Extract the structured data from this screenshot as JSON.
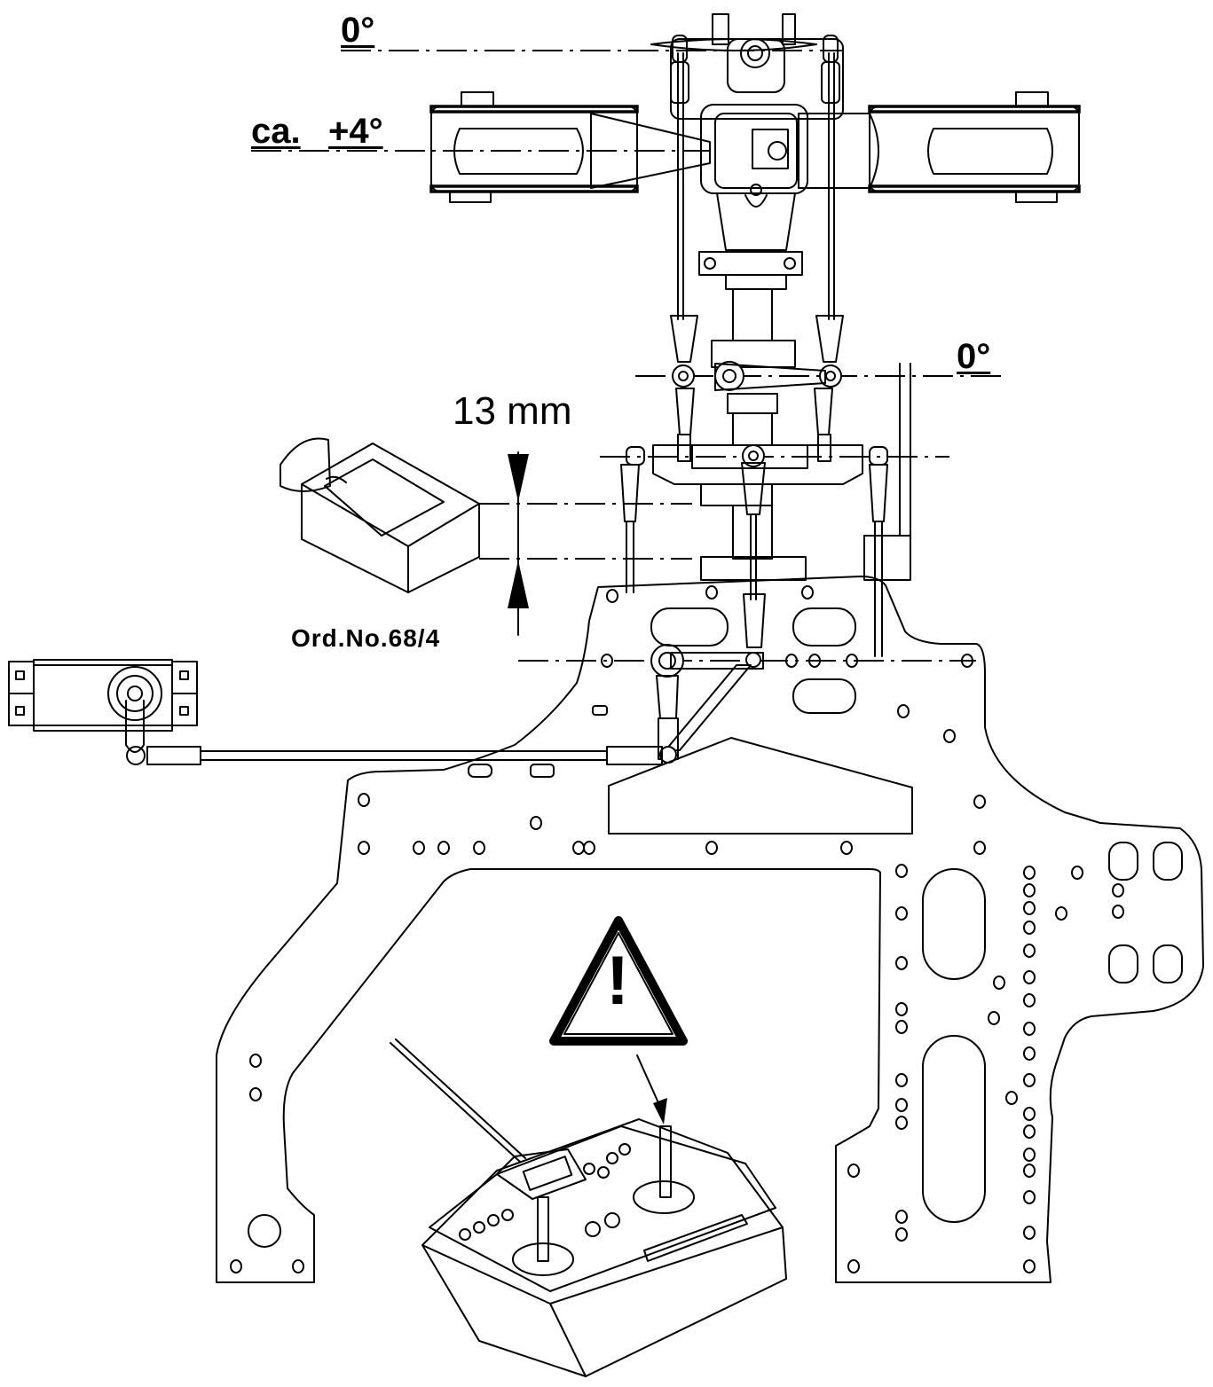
{
  "labels": {
    "head_angle": "0°",
    "blade_prefix": "ca.",
    "blade_angle": "+4°",
    "mixer_angle": "0°",
    "gauge_distance": "13 mm",
    "gauge_order": "Ord.No.68/4"
  },
  "warning": {
    "icon": "warning-triangle-icon",
    "glyph": "!"
  },
  "colors": {
    "line": "#000000",
    "background": "#ffffff"
  }
}
